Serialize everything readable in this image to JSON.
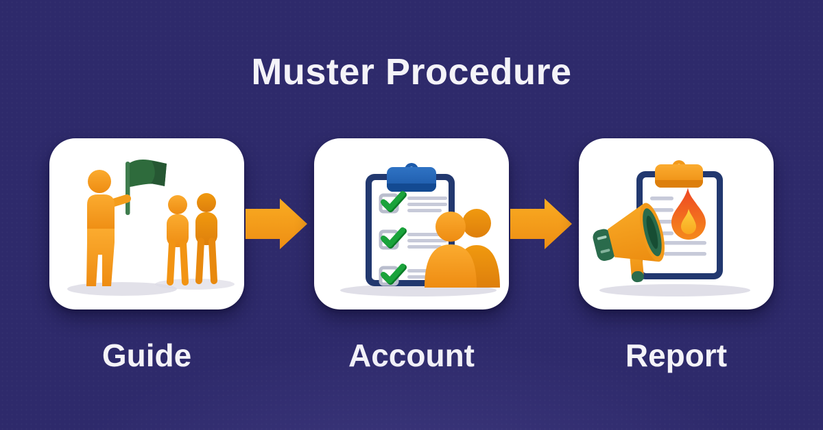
{
  "title": "Muster Procedure",
  "steps": [
    {
      "label": "Guide",
      "icon": "guide-leader-flag-icon"
    },
    {
      "label": "Account",
      "icon": "account-checklist-people-icon"
    },
    {
      "label": "Report",
      "icon": "report-fire-megaphone-icon"
    }
  ],
  "arrows": [
    {
      "icon": "flow-arrow-icon"
    },
    {
      "icon": "flow-arrow-icon"
    }
  ],
  "colors": {
    "background": "#2e2a6b",
    "card": "#ffffff",
    "accent_orange": "#f6a01d",
    "text": "#f4f3f8",
    "flag_green": "#2e6b3c",
    "clipboard_navy": "#22386f",
    "clip_blue": "#1d5bab",
    "clip_orange": "#f2991a",
    "check_green": "#169a38",
    "line_gray": "#c7cad9",
    "flame_red": "#ee4623",
    "flame_yellow": "#fbc131",
    "megaphone_green": "#2a6b4c"
  }
}
